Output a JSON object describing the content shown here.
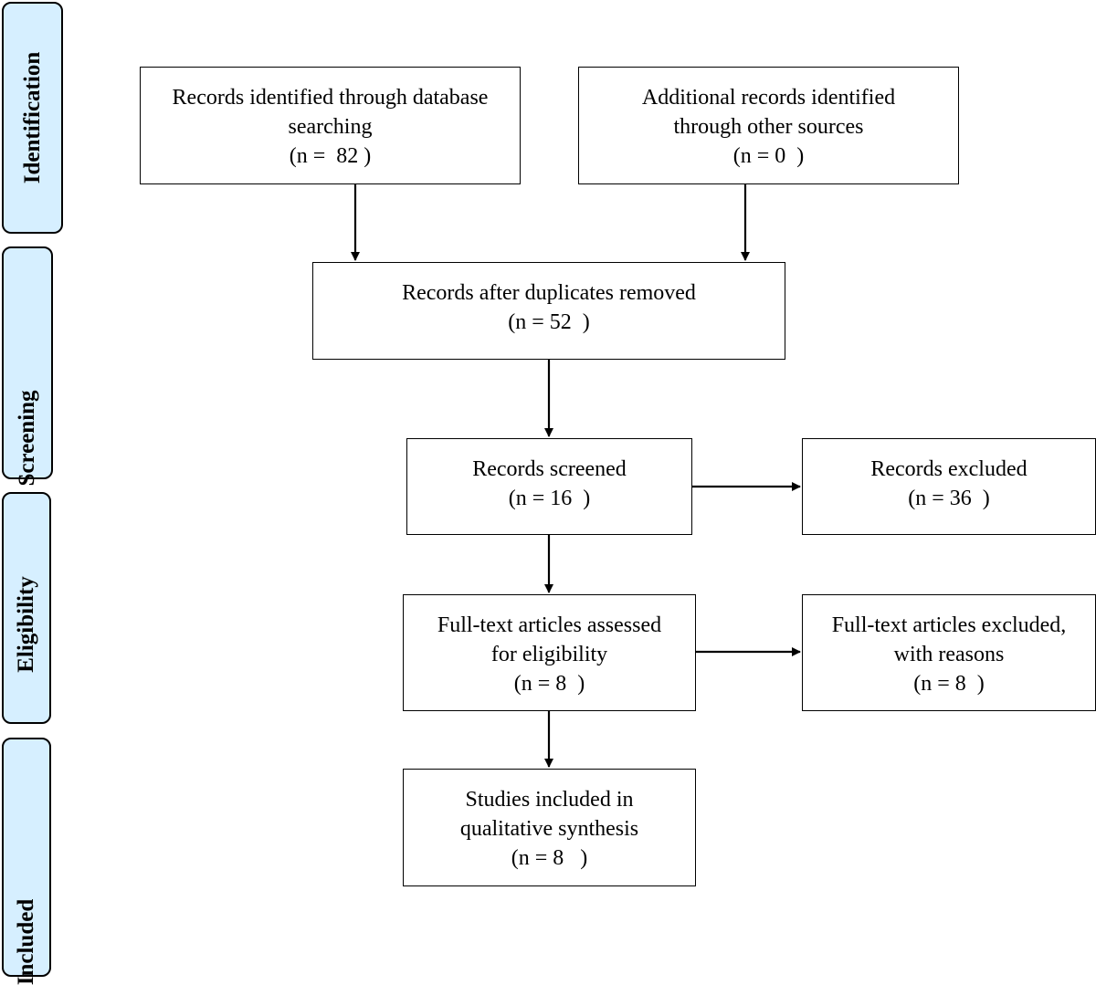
{
  "stages": [
    {
      "id": "identification",
      "label": "Identification"
    },
    {
      "id": "screening",
      "label": "Screening"
    },
    {
      "id": "eligibility",
      "label": "Eligibility"
    },
    {
      "id": "included",
      "label": "Included"
    }
  ],
  "boxes": {
    "database_search": {
      "line1": "Records identified through database",
      "line2": "searching",
      "count": "(n =  82 )"
    },
    "other_sources": {
      "line1": "Additional records identified",
      "line2": "through other sources",
      "count": "(n = 0  )"
    },
    "after_duplicates": {
      "line1": "Records after duplicates removed",
      "count": "(n = 52  )"
    },
    "screened": {
      "line1": "Records screened",
      "count": "(n = 16  )"
    },
    "excluded": {
      "line1": "Records excluded",
      "count": "(n = 36  )"
    },
    "fulltext_assessed": {
      "line1": "Full-text articles assessed",
      "line2": "for eligibility",
      "count": "(n = 8  )"
    },
    "fulltext_excluded": {
      "line1": "Full-text articles excluded,",
      "line2": "with reasons",
      "count": "(n = 8  )"
    },
    "included_studies": {
      "line1": "Studies included in",
      "line2": "qualitative synthesis",
      "count": "(n = 8   )"
    }
  }
}
